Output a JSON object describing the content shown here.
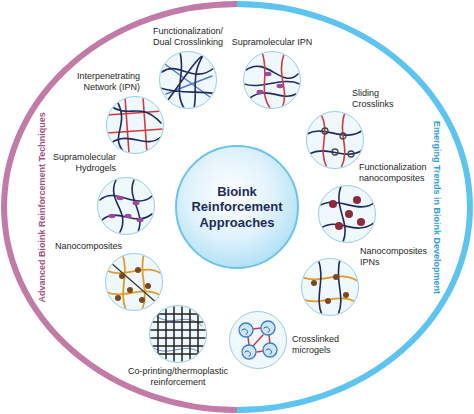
{
  "diagram": {
    "nodes": [
      {
        "text": [
          "Bioink Reinforcement Approaches"
        ]
      },
      {
        "text": [
          "Functionalization/ Dual Crosslinking"
        ]
      },
      {
        "text": [
          "Interpenetrating Network (IPN)"
        ]
      },
      {
        "text": [
          "Supramolecular Hydrogels"
        ]
      },
      {
        "text": [
          "Nanocomposites"
        ]
      },
      {
        "text": [
          "Co-printing/thermoplastic reinforcement"
        ]
      },
      {
        "text": [
          "Supramolecular IPN"
        ]
      },
      {
        "text": [
          "Sliding Crosslinks"
        ]
      },
      {
        "text": [
          "Functionalization nanocomposites"
        ]
      },
      {
        "text": [
          "Nanocomposites IPNs"
        ]
      },
      {
        "text": [
          "Crosslinked microgels"
        ]
      }
    ],
    "labels": [
      "Advanced Bioink Reinforcement Techniques",
      "Emerging Trends in Bioink Development"
    ]
  }
}
